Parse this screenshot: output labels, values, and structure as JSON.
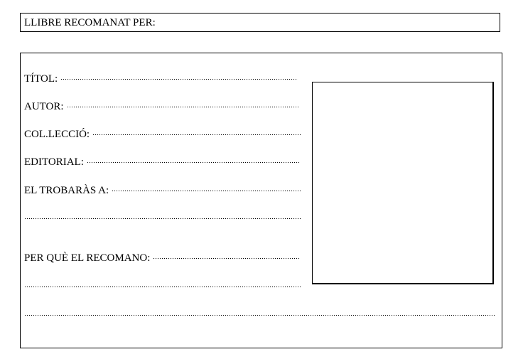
{
  "header": {
    "label": "LLIBRE RECOMANAT PER:"
  },
  "card": {
    "fields": [
      {
        "label": "TÍTOL:"
      },
      {
        "label": "AUTOR:"
      },
      {
        "label": "COL.LECCIÓ:"
      },
      {
        "label": "EDITORIAL:"
      },
      {
        "label": "EL TROBARÀS A:"
      },
      {
        "label": ""
      },
      {
        "label": "PER QUÈ EL RECOMANO:"
      },
      {
        "label": ""
      },
      {
        "label": ""
      }
    ]
  }
}
